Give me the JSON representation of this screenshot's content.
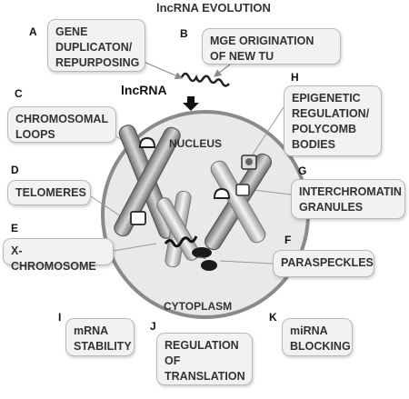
{
  "title": "lncRNA EVOLUTION",
  "lncrna_label": "lncRNA",
  "nucleus_label": "NUCLEUS",
  "cytoplasm_label": "CYTOPLASM",
  "panels": [
    {
      "letter": "A",
      "text": "GENE\nDUPLICATON/\nREPURPOSING"
    },
    {
      "letter": "B",
      "text": "MGE  ORIGINATION\nOF NEW TU"
    },
    {
      "letter": "C",
      "text": "CHROMOSOMAL\nLOOPS"
    },
    {
      "letter": "D",
      "text": "TELOMERES"
    },
    {
      "letter": "E",
      "text": "X-CHROMOSOME"
    },
    {
      "letter": "F",
      "text": "PARASPECKLES"
    },
    {
      "letter": "G",
      "text": "INTERCHROMATIN\nGRANULES"
    },
    {
      "letter": "H",
      "text": "EPIGENETIC\nREGULATION/\nPOLYCOMB\nBODIES"
    },
    {
      "letter": "I",
      "text": "mRNA\nSTABILITY"
    },
    {
      "letter": "J",
      "text": "REGULATION\nOF\nTRANSLATION"
    },
    {
      "letter": "K",
      "text": "miRNA\nBLOCKING"
    }
  ],
  "colors": {
    "nucleus_fill": "#e9e9e9",
    "nucleus_stroke": "#8a8a8a",
    "box_fill": "#f2f2f2",
    "box_stroke": "#b9b9b9"
  }
}
